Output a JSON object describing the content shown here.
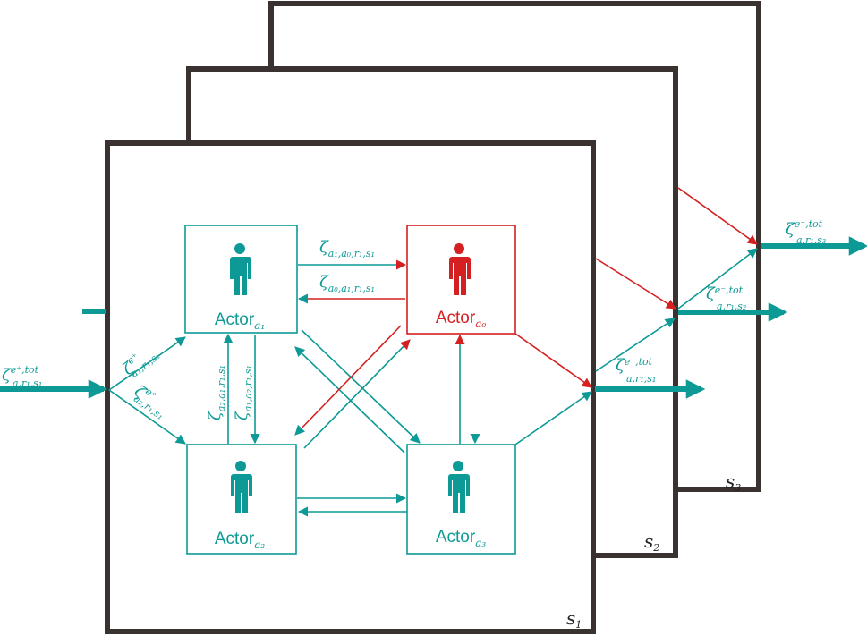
{
  "colors": {
    "teal": "#0d9a96",
    "red": "#d42020",
    "frame": "#3a3231"
  },
  "sheets": [
    {
      "label": "s",
      "sub": "1"
    },
    {
      "label": "s",
      "sub": "2"
    },
    {
      "label": "s",
      "sub": "3"
    }
  ],
  "actors": {
    "a1": {
      "name": "Actor",
      "sub": "a₁",
      "icon": "person-icon"
    },
    "a0": {
      "name": "Actor",
      "sub": "a₀",
      "icon": "person-icon"
    },
    "a2": {
      "name": "Actor",
      "sub": "a₂",
      "icon": "person-icon"
    },
    "a3": {
      "name": "Actor",
      "sub": "a₃",
      "icon": "person-icon"
    }
  },
  "flows": {
    "in_total": {
      "sym": "ζ",
      "sup": "e⁺,tot",
      "sub": "a,r₁,s₁"
    },
    "in_a1": {
      "sym": "ζ",
      "sup": "e⁺",
      "sub": "a₁,r₁,s₁"
    },
    "in_a2": {
      "sym": "ζ",
      "sup": "e⁺",
      "sub": "a₂,r₁,s₁"
    },
    "a1_a0": {
      "sym": "ζ",
      "sub": "a₁,a₀,r₁,s₁"
    },
    "a0_a1": {
      "sym": "ζ",
      "sub": "a₀,a₁,r₁,s₁"
    },
    "a2_a1": {
      "sym": "ζ",
      "sub": "a₂,a₁,r₁,s₁"
    },
    "a1_a2": {
      "sym": "ζ",
      "sub": "a₁,a₂,r₁,s₁"
    },
    "out_s1": {
      "sym": "ζ",
      "sup": "e⁻,tot",
      "sub": "a,r₁,s₁"
    },
    "out_s2": {
      "sym": "ζ",
      "sup": "e⁻,tot",
      "sub": "a,r₁,s₂"
    },
    "out_s3": {
      "sym": "ζ",
      "sup": "e⁻,tot",
      "sub": "a,r₁,s₃"
    }
  }
}
